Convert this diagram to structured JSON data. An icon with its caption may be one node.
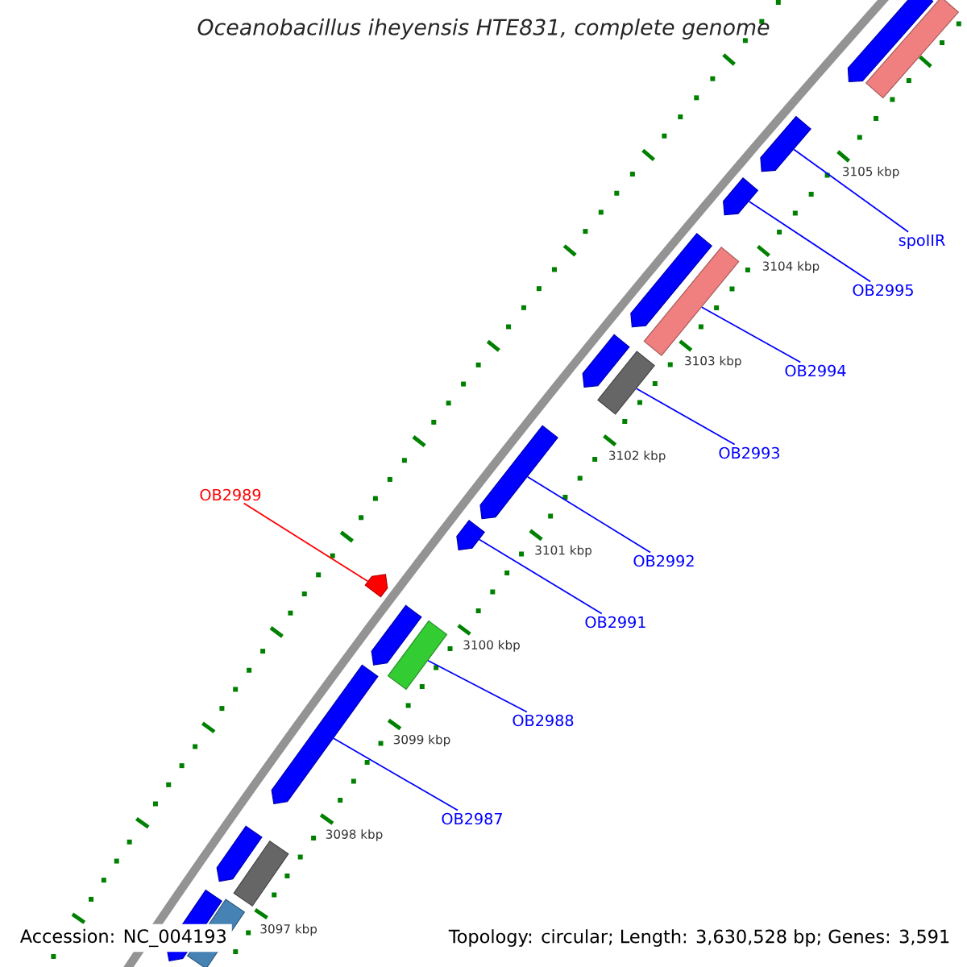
{
  "diagram": {
    "title": "Oceanobacillus iheyensis HTE831, complete genome",
    "nodes": [
      {
        "text": [],
        "shape": "arrow"
      },
      {
        "text": [],
        "shape": "bar"
      },
      {
        "text": [],
        "shape": "arrow"
      },
      {
        "text": [],
        "shape": "arrow"
      },
      {
        "text": [],
        "shape": "arrow"
      },
      {
        "text": [],
        "shape": "bar"
      },
      {
        "text": [],
        "shape": "arrow"
      },
      {
        "text": [],
        "shape": "bar"
      },
      {
        "text": [],
        "shape": "arrow"
      },
      {
        "text": [],
        "shape": "arrow"
      },
      {
        "text": [],
        "shape": "arrow"
      },
      {
        "text": [],
        "shape": "arrow"
      },
      {
        "text": [],
        "shape": "bar"
      },
      {
        "text": [],
        "shape": "arrow"
      },
      {
        "text": [],
        "shape": "arrow"
      },
      {
        "text": [],
        "shape": "bar"
      },
      {
        "text": [],
        "shape": "arrow"
      },
      {
        "text": [],
        "shape": "bar"
      },
      {
        "text": [
          "spoIIR"
        ]
      },
      {
        "text": [
          "OB2995"
        ]
      },
      {
        "text": [
          "OB2994"
        ]
      },
      {
        "text": [
          "OB2993"
        ]
      },
      {
        "text": [
          "OB2992"
        ]
      },
      {
        "text": [
          "OB2991"
        ]
      },
      {
        "text": [
          "OB2989"
        ]
      },
      {
        "text": [
          "OB2988"
        ]
      },
      {
        "text": [
          "OB2987"
        ]
      }
    ],
    "edges": [
      {
        "from": 18,
        "to": 2,
        "arrow": "none"
      },
      {
        "from": 19,
        "to": 3,
        "arrow": "none"
      },
      {
        "from": 20,
        "to": 5,
        "arrow": "none"
      },
      {
        "from": 21,
        "to": 7,
        "arrow": "none"
      },
      {
        "from": 22,
        "to": 8,
        "arrow": "none"
      },
      {
        "from": 23,
        "to": 9,
        "arrow": "none"
      },
      {
        "from": 24,
        "to": 10,
        "arrow": "none",
        "color": "#ff0000"
      },
      {
        "from": 25,
        "to": 12,
        "arrow": "none"
      },
      {
        "from": 26,
        "to": 13,
        "arrow": "none"
      }
    ],
    "labels": [
      "3105 kbp",
      "3104 kbp",
      "3103 kbp",
      "3102 kbp",
      "3101 kbp",
      "3100 kbp",
      "3099 kbp",
      "3098 kbp",
      "3097 kbp",
      "Accession: NC_004193",
      "Topology: circular; Length: 3,630,528 bp; Genes: 3,591"
    ]
  }
}
